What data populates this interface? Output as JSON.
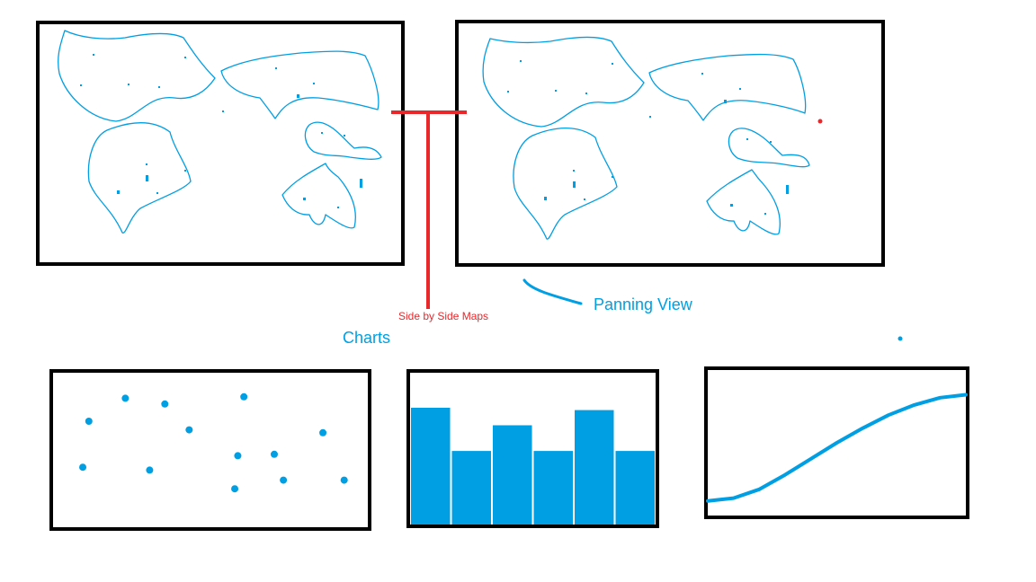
{
  "labels": {
    "side_by_side": "Side by Side Maps",
    "panning": "Panning View",
    "charts": "Charts"
  },
  "colors": {
    "sketch_blue": "#009fe3",
    "annotation_red": "#e8282b",
    "frame_black": "#000000"
  },
  "chart_data": [
    {
      "type": "scatter",
      "title": "",
      "points": [
        [
          1.0,
          7.0
        ],
        [
          2.2,
          8.6
        ],
        [
          3.5,
          8.2
        ],
        [
          4.3,
          6.4
        ],
        [
          6.1,
          8.7
        ],
        [
          8.7,
          6.2
        ],
        [
          0.8,
          3.8
        ],
        [
          3.0,
          3.6
        ],
        [
          5.9,
          4.6
        ],
        [
          7.1,
          4.7
        ],
        [
          5.8,
          2.3
        ],
        [
          7.4,
          2.9
        ],
        [
          9.4,
          2.9
        ]
      ],
      "xlim": [
        0,
        10
      ],
      "ylim": [
        0,
        10
      ],
      "grid": false
    },
    {
      "type": "bar",
      "title": "",
      "values": [
        100,
        63,
        85,
        63,
        98,
        63
      ],
      "ylim": [
        0,
        130
      ],
      "grid": false
    },
    {
      "type": "line",
      "title": "",
      "x": [
        0,
        1,
        2,
        3,
        4,
        5,
        6,
        7,
        8,
        9,
        10
      ],
      "y": [
        1.0,
        1.2,
        1.8,
        2.8,
        3.9,
        5.0,
        6.0,
        6.9,
        7.6,
        8.1,
        8.3
      ],
      "xlim": [
        0,
        10
      ],
      "ylim": [
        0,
        10
      ],
      "grid": false
    }
  ]
}
